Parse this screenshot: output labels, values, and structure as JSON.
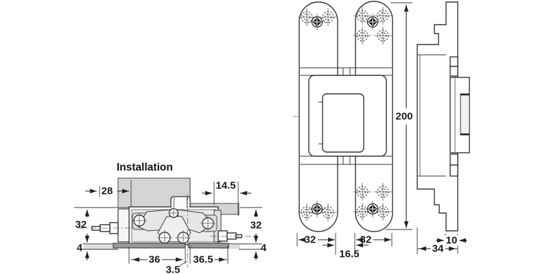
{
  "drawing": {
    "type": "technical-drawing",
    "subject": "concealed hinge — installation section, front elevation and side profile",
    "views": {
      "installation": {
        "title": "Installation",
        "dim_28": "28",
        "dim_14_5": "14.5",
        "dim_32_left": "32",
        "dim_32_right": "32",
        "dim_4_left": "4",
        "dim_4_right": "4",
        "dim_36": "36",
        "dim_3_5": "3.5",
        "dim_36_5": "36.5"
      },
      "front": {
        "dim_200": "200",
        "dim_32_left": "32",
        "dim_32_right": "32",
        "dim_16_5": "16.5"
      },
      "side": {
        "dim_10": "10",
        "dim_34": "34"
      }
    },
    "colors": {
      "line": "#333333",
      "panel_gray": "#d4d4d4",
      "mechanism_gray": "#e8e8e8",
      "base_gray": "#999999",
      "background": "#ffffff"
    }
  }
}
